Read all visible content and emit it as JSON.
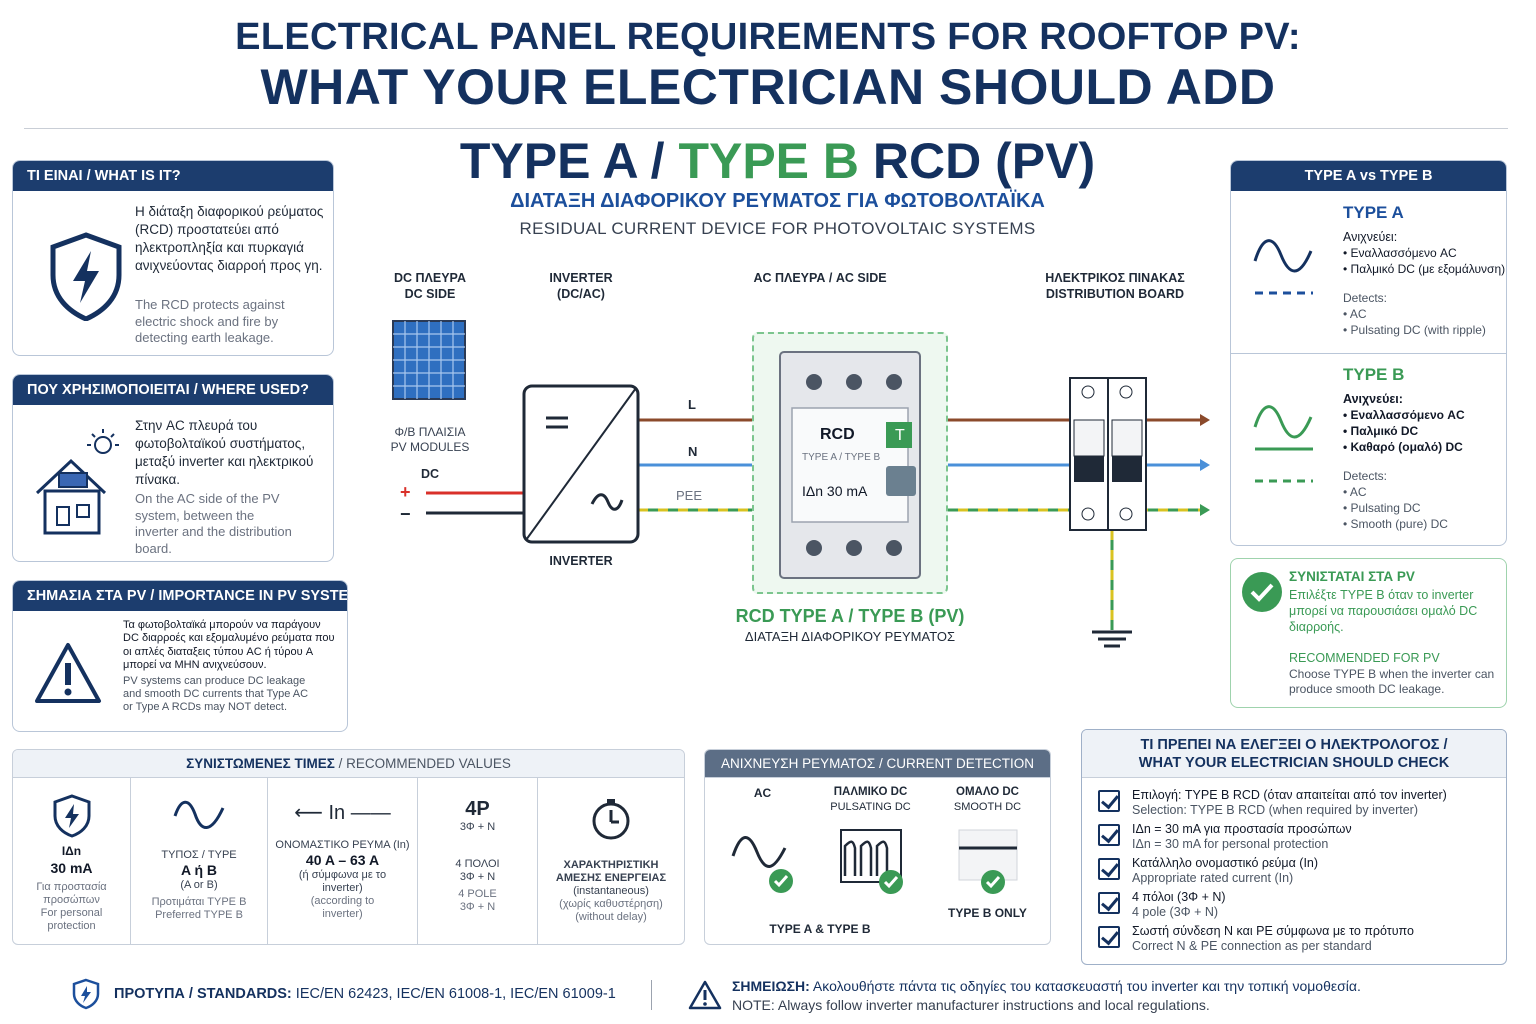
{
  "header": {
    "title_line1": "ELECTRICAL PANEL REQUIREMENTS FOR ROOFTOP PV:",
    "title_line2": "WHAT YOUR ELECTRICIAN SHOULD ADD"
  },
  "main": {
    "title_a": "TYPE A",
    "title_sep": " / ",
    "title_b": "TYPE B",
    "title_rest": " RCD (PV)",
    "subtitle_gr": "ΔΙΑΤΑΞΗ ΔΙΑΦΟΡΙΚΟΥ ΡΕΥΜΑΤΟΣ ΓΙΑ ΦΩΤΟΒΟΛΤΑΪΚΑ",
    "subtitle_en": "RESIDUAL CURRENT DEVICE FOR PHOTOVOLTAIC SYSTEMS"
  },
  "what_is_it": {
    "heading": "ΤΙ ΕΙΝΑΙ / WHAT IS IT?",
    "gr": "Η διάταξη διαφορικού ρεύματος (RCD) προστατεύει από ηλεκτροπληξία και πυρκαγιά ανιχνεύοντας διαρροή προς γη.",
    "en": "The RCD protects against electric shock and fire by detecting earth leakage."
  },
  "where_used": {
    "heading": "ΠΟΥ ΧΡΗΣΙΜΟΠΟΙΕΙΤΑΙ / WHERE USED?",
    "gr": "Στην AC πλευρά του φωτοβολταϊκού συστήματος, μεταξύ inverter και ηλεκτρικού πίνακα.",
    "en": "On the AC side of the PV system, between the inverter and the distribution board."
  },
  "importance": {
    "heading": "ΣΗΜΑΣΙΑ ΣΤΑ PV / IMPORTANCE IN PV SYSTEMS",
    "gr": "Τα φωτοβολταϊκά μπορούν να παράγουν DC διαρροές και εξομαλυμένο ρεύματα που οι απλές διαταξεις τύπου AC ή τύρου A μπορεί να ΜΗΝ ανιχνεύσουν.",
    "en": "PV systems can produce DC leakage and smooth DC currents that Type AC or Type A RCDs may NOT detect."
  },
  "diagram": {
    "dc_side_gr": "DC ΠΛΕΥΡΑ",
    "dc_side_en": "DC SIDE",
    "inverter_top": "INVERTER",
    "inverter_top2": "(DC/AC)",
    "ac_side": "AC ΠΛΕΥΡΑ / AC SIDE",
    "board_gr": "ΗΛΕΚΤΡΙΚΟΣ ΠΙΝΑΚΑΣ",
    "board_en": "DISTRIBUTION BOARD",
    "pv_gr": "Φ/Β ΠΛΑΙΣΙΑ",
    "pv_en": "PV MODULES",
    "dc": "DC",
    "plus": "+",
    "minus": "−",
    "inverter_bottom": "INVERTER",
    "L": "L",
    "N": "N",
    "PE": "PEE",
    "rcd_label": "RCD",
    "rcd_test": "T",
    "rcd_type": "TYPE A / TYPE B",
    "rcd_idn": "IΔn 30 mA",
    "rcd_caption": "RCD TYPE A / TYPE B (PV)",
    "rcd_caption_gr": "ΔΙΑΤΑΞΗ ΔΙΑΦΟΡΙΚΟΥ ΡΕΥΜΑΤΟΣ"
  },
  "type_compare": {
    "heading": "TYPE A vs TYPE B",
    "a_title": "TYPE A",
    "a_detects_gr": "Ανιχνεύει:",
    "a_items_gr": [
      "• Εναλλασσόμενο AC",
      "• Παλμικό DC (με εξομάλυνση)"
    ],
    "a_detects_en": "Detects:",
    "a_items_en": [
      "• AC",
      "• Pulsating DC (with ripple)"
    ],
    "b_title": "TYPE B",
    "b_detects_gr": "Ανιχνεύει:",
    "b_items_gr": [
      "• Εναλλασσόμενο AC",
      "• Παλμικό DC",
      "• Καθαρό (ομαλό) DC"
    ],
    "b_detects_en": "Detects:",
    "b_items_en": [
      "• AC",
      "• Pulsating DC",
      "• Smooth (pure) DC"
    ]
  },
  "recommended_pv": {
    "title_gr": "ΣΥΝΙΣΤΑΤΑΙ ΣΤΑ PV",
    "text_gr": "Επιλέξτε TYPE B όταν το inverter μπορεί να παρουσιάσει ομαλό DC διαρροής.",
    "title_en": "RECOMMENDED FOR PV",
    "text_en": "Choose TYPE B when the inverter can produce smooth DC leakage."
  },
  "values": {
    "heading_gr": "ΣΥΝΙΣΤΩΜΕΝΕΣ ΤΙΜΕΣ",
    "heading_en": " / RECOMMENDED VALUES",
    "c1_big1": "IΔn",
    "c1_big2": "30 mA",
    "c1_gr": "Για προστασία προσώπων",
    "c1_en": "For personal protection",
    "c2_small": "ΤΥΠΟΣ / TYPE",
    "c2_big": "A ή B",
    "c2_paren": "(A or B)",
    "c2_gr": "Προτιμάται TYPE B",
    "c2_en": "Preferred TYPE B",
    "c3_icon": "In",
    "c3_small": "ΟΝΟΜΑΣΤΙΚΟ ΡΕΥΜΑ (In)",
    "c3_big": "40 A – 63 A",
    "c3_gr": "(ή σύμφωνα με το inverter)",
    "c3_en": "(according to inverter)",
    "c4_icon1": "4P",
    "c4_icon2": "3Φ + N",
    "c4_gr1": "4 ΠΟΛΟΙ",
    "c4_gr2": "3Φ + N",
    "c4_en1": "4 POLE",
    "c4_en2": "3Φ + N",
    "c5_gr": "ΧΑΡΑΚΤΗΡΙΣΤΙΚΗ ΑΜΕΣΗΣ ΕΝΕΡΓΕΙΑΣ",
    "c5_en": "(instantaneous)",
    "c5_gr2": "(χωρίς καθυστέρηση)",
    "c5_en2": "(without delay)"
  },
  "detection": {
    "heading": "ΑΝΙΧΝΕΥΣΗ ΡΕΥΜΑΤΟΣ / CURRENT DETECTION",
    "col1": "AC",
    "col2a": "ΠΑΛΜΙΚΟ DC",
    "col2b": "PULSATING DC",
    "col3a": "ΟΜΑΛΟ DC",
    "col3b": "SMOOTH DC",
    "foot_ab": "TYPE A & TYPE B",
    "foot_b": "TYPE B ONLY"
  },
  "checklist": {
    "heading1": "ΤΙ ΠΡΕΠΕΙ ΝΑ ΕΛΕΓΞΕΙ Ο ΗΛΕΚΤΡΟΛΟΓΟΣ /",
    "heading2": "WHAT YOUR ELECTRICIAN SHOULD CHECK",
    "items": [
      {
        "gr": "Επιλογή: TYPE B RCD (όταν απαιτείται από τον inverter)",
        "en": "Selection: TYPE B RCD (when required by inverter)"
      },
      {
        "gr": "IΔn = 30 mA για προστασία προσώπων",
        "en": "IΔn = 30 mA for personal protection"
      },
      {
        "gr": "Κατάλληλο ονομαστικό ρεύμα (In)",
        "en": "Appropriate rated current (In)"
      },
      {
        "gr": "4 πόλοι (3Φ + N)",
        "en": "4 pole (3Φ + N)"
      },
      {
        "gr": "Σωστή σύνδεση N και PE σύμφωνα με το πρότυπο",
        "en": "Correct N & PE connection as per standard"
      }
    ]
  },
  "footer": {
    "standards_label": "ΠΡΟΤΥΠΑ / STANDARDS:",
    "standards": " IEC/EN 62423, IEC/EN 61008-1, IEC/EN 61009-1",
    "note_label": "ΣΗΜΕΙΩΣΗ:",
    "note_gr": " Ακολουθήστε πάντα τις οδηγίες του κατασκευαστή του inverter και την τοπική νομοθεσία.",
    "note_en": "NOTE: Always follow inverter manufacturer instructions and local regulations."
  },
  "colors": {
    "navy": "#14315f",
    "header_blue": "#1c3d6e",
    "green": "#3a9a55",
    "live_brown": "#8b4a2b",
    "neutral_blue": "#4a90d9",
    "pe_yellow_green": "#c8b820"
  }
}
